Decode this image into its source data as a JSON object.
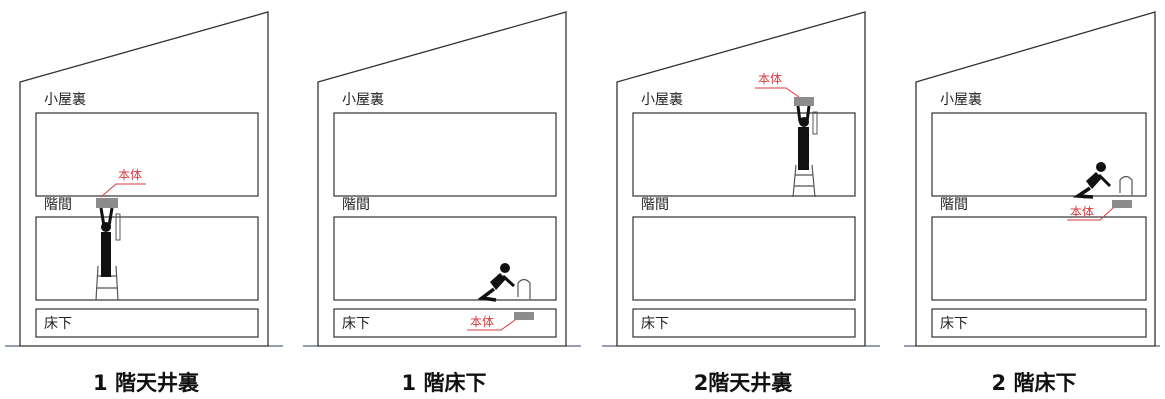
{
  "labels": {
    "attic": "小屋裏",
    "between_floors": "階間",
    "under_floor": "床下",
    "unit": "本体"
  },
  "panels": [
    {
      "caption": "1 階天井裏",
      "unit_location": "between_floors",
      "worker_pose": "ladder"
    },
    {
      "caption": "1 階床下",
      "unit_location": "under_floor",
      "worker_pose": "kneeling"
    },
    {
      "caption": "2階天井裏",
      "unit_location": "attic",
      "worker_pose": "ladder"
    },
    {
      "caption": "2 階床下",
      "unit_location": "between_floors",
      "worker_pose": "kneeling"
    }
  ],
  "colors": {
    "outline": "#333333",
    "ground_line": "#2b3e6b",
    "accent": "#d93a3a",
    "unit_fill": "#8c8c8c",
    "figure": "#111111"
  }
}
